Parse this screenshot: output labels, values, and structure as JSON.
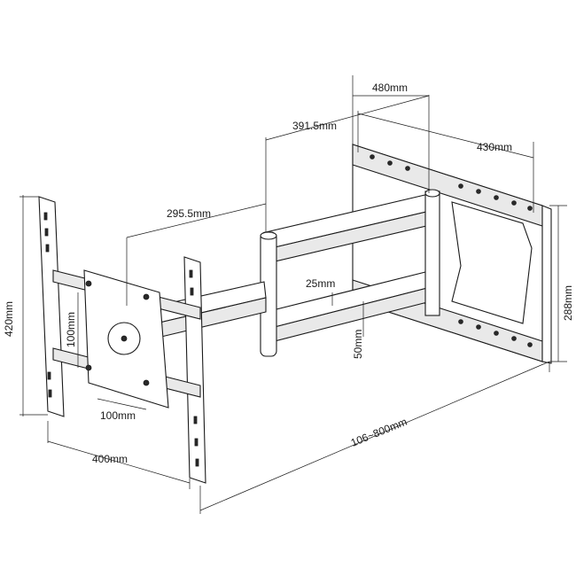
{
  "dimensions": {
    "wall_plate_width": "480mm",
    "wall_plate_hole_span": "430mm",
    "arm_reach": "391.5mm",
    "secondary_arm": "295.5mm",
    "bracket_height": "420mm",
    "bracket_width": "400mm",
    "vesa_vertical": "100mm",
    "vesa_horizontal": "100mm",
    "plate_offset": "25mm",
    "slot_spacing": "50mm",
    "wall_plate_height": "288mm",
    "extension_range": "106~800mm"
  }
}
